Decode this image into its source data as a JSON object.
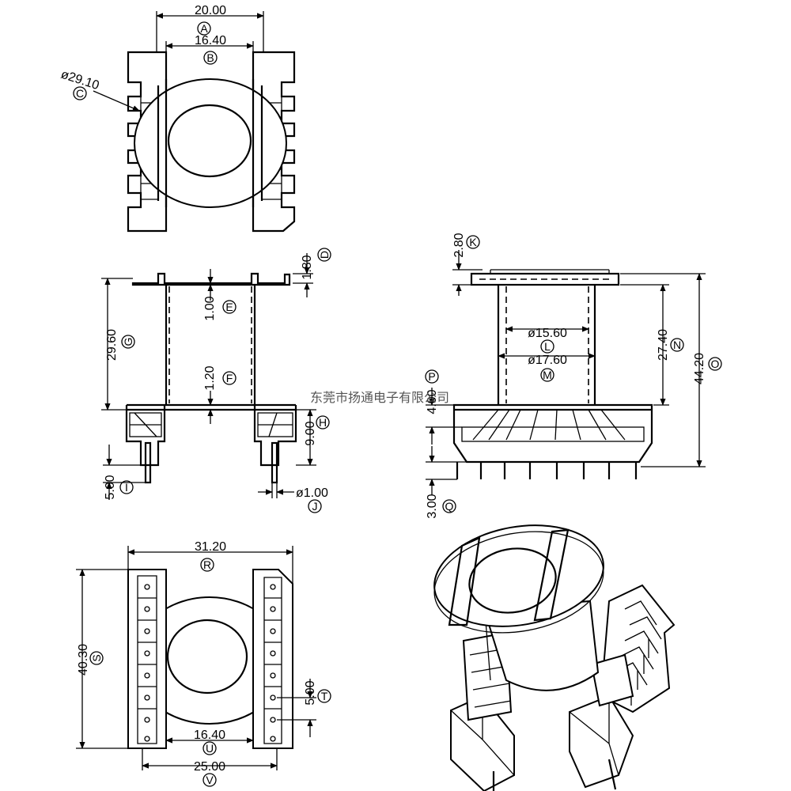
{
  "watermark": "东莞市扬通电子有限公司",
  "dims": {
    "A": {
      "value": "20.00",
      "tag": "A"
    },
    "B": {
      "value": "16.40",
      "tag": "B"
    },
    "C": {
      "value": "ø29.10",
      "tag": "C"
    },
    "D": {
      "value": "1.80",
      "tag": "D"
    },
    "E": {
      "value": "1.00",
      "tag": "E"
    },
    "F": {
      "value": "1.20",
      "tag": "F"
    },
    "G": {
      "value": "29.60",
      "tag": "G"
    },
    "H": {
      "value": "9.00",
      "tag": "H"
    },
    "I": {
      "value": "5.00",
      "tag": "I"
    },
    "J": {
      "value": "ø1.00",
      "tag": "J"
    },
    "K": {
      "value": "2.80",
      "tag": "K"
    },
    "L": {
      "value": "ø15.60",
      "tag": "L"
    },
    "M": {
      "value": "ø17.60",
      "tag": "M"
    },
    "N": {
      "value": "27.40",
      "tag": "N"
    },
    "O": {
      "value": "44.20",
      "tag": "O"
    },
    "P": {
      "value": "4.00",
      "tag": "P"
    },
    "Q": {
      "value": "3.00",
      "tag": "Q"
    },
    "R": {
      "value": "31.20",
      "tag": "R"
    },
    "S": {
      "value": "40.30",
      "tag": "S"
    },
    "T": {
      "value": "5.00",
      "tag": "T"
    },
    "U": {
      "value": "16.40",
      "tag": "U"
    },
    "V": {
      "value": "25.00",
      "tag": "V"
    }
  }
}
